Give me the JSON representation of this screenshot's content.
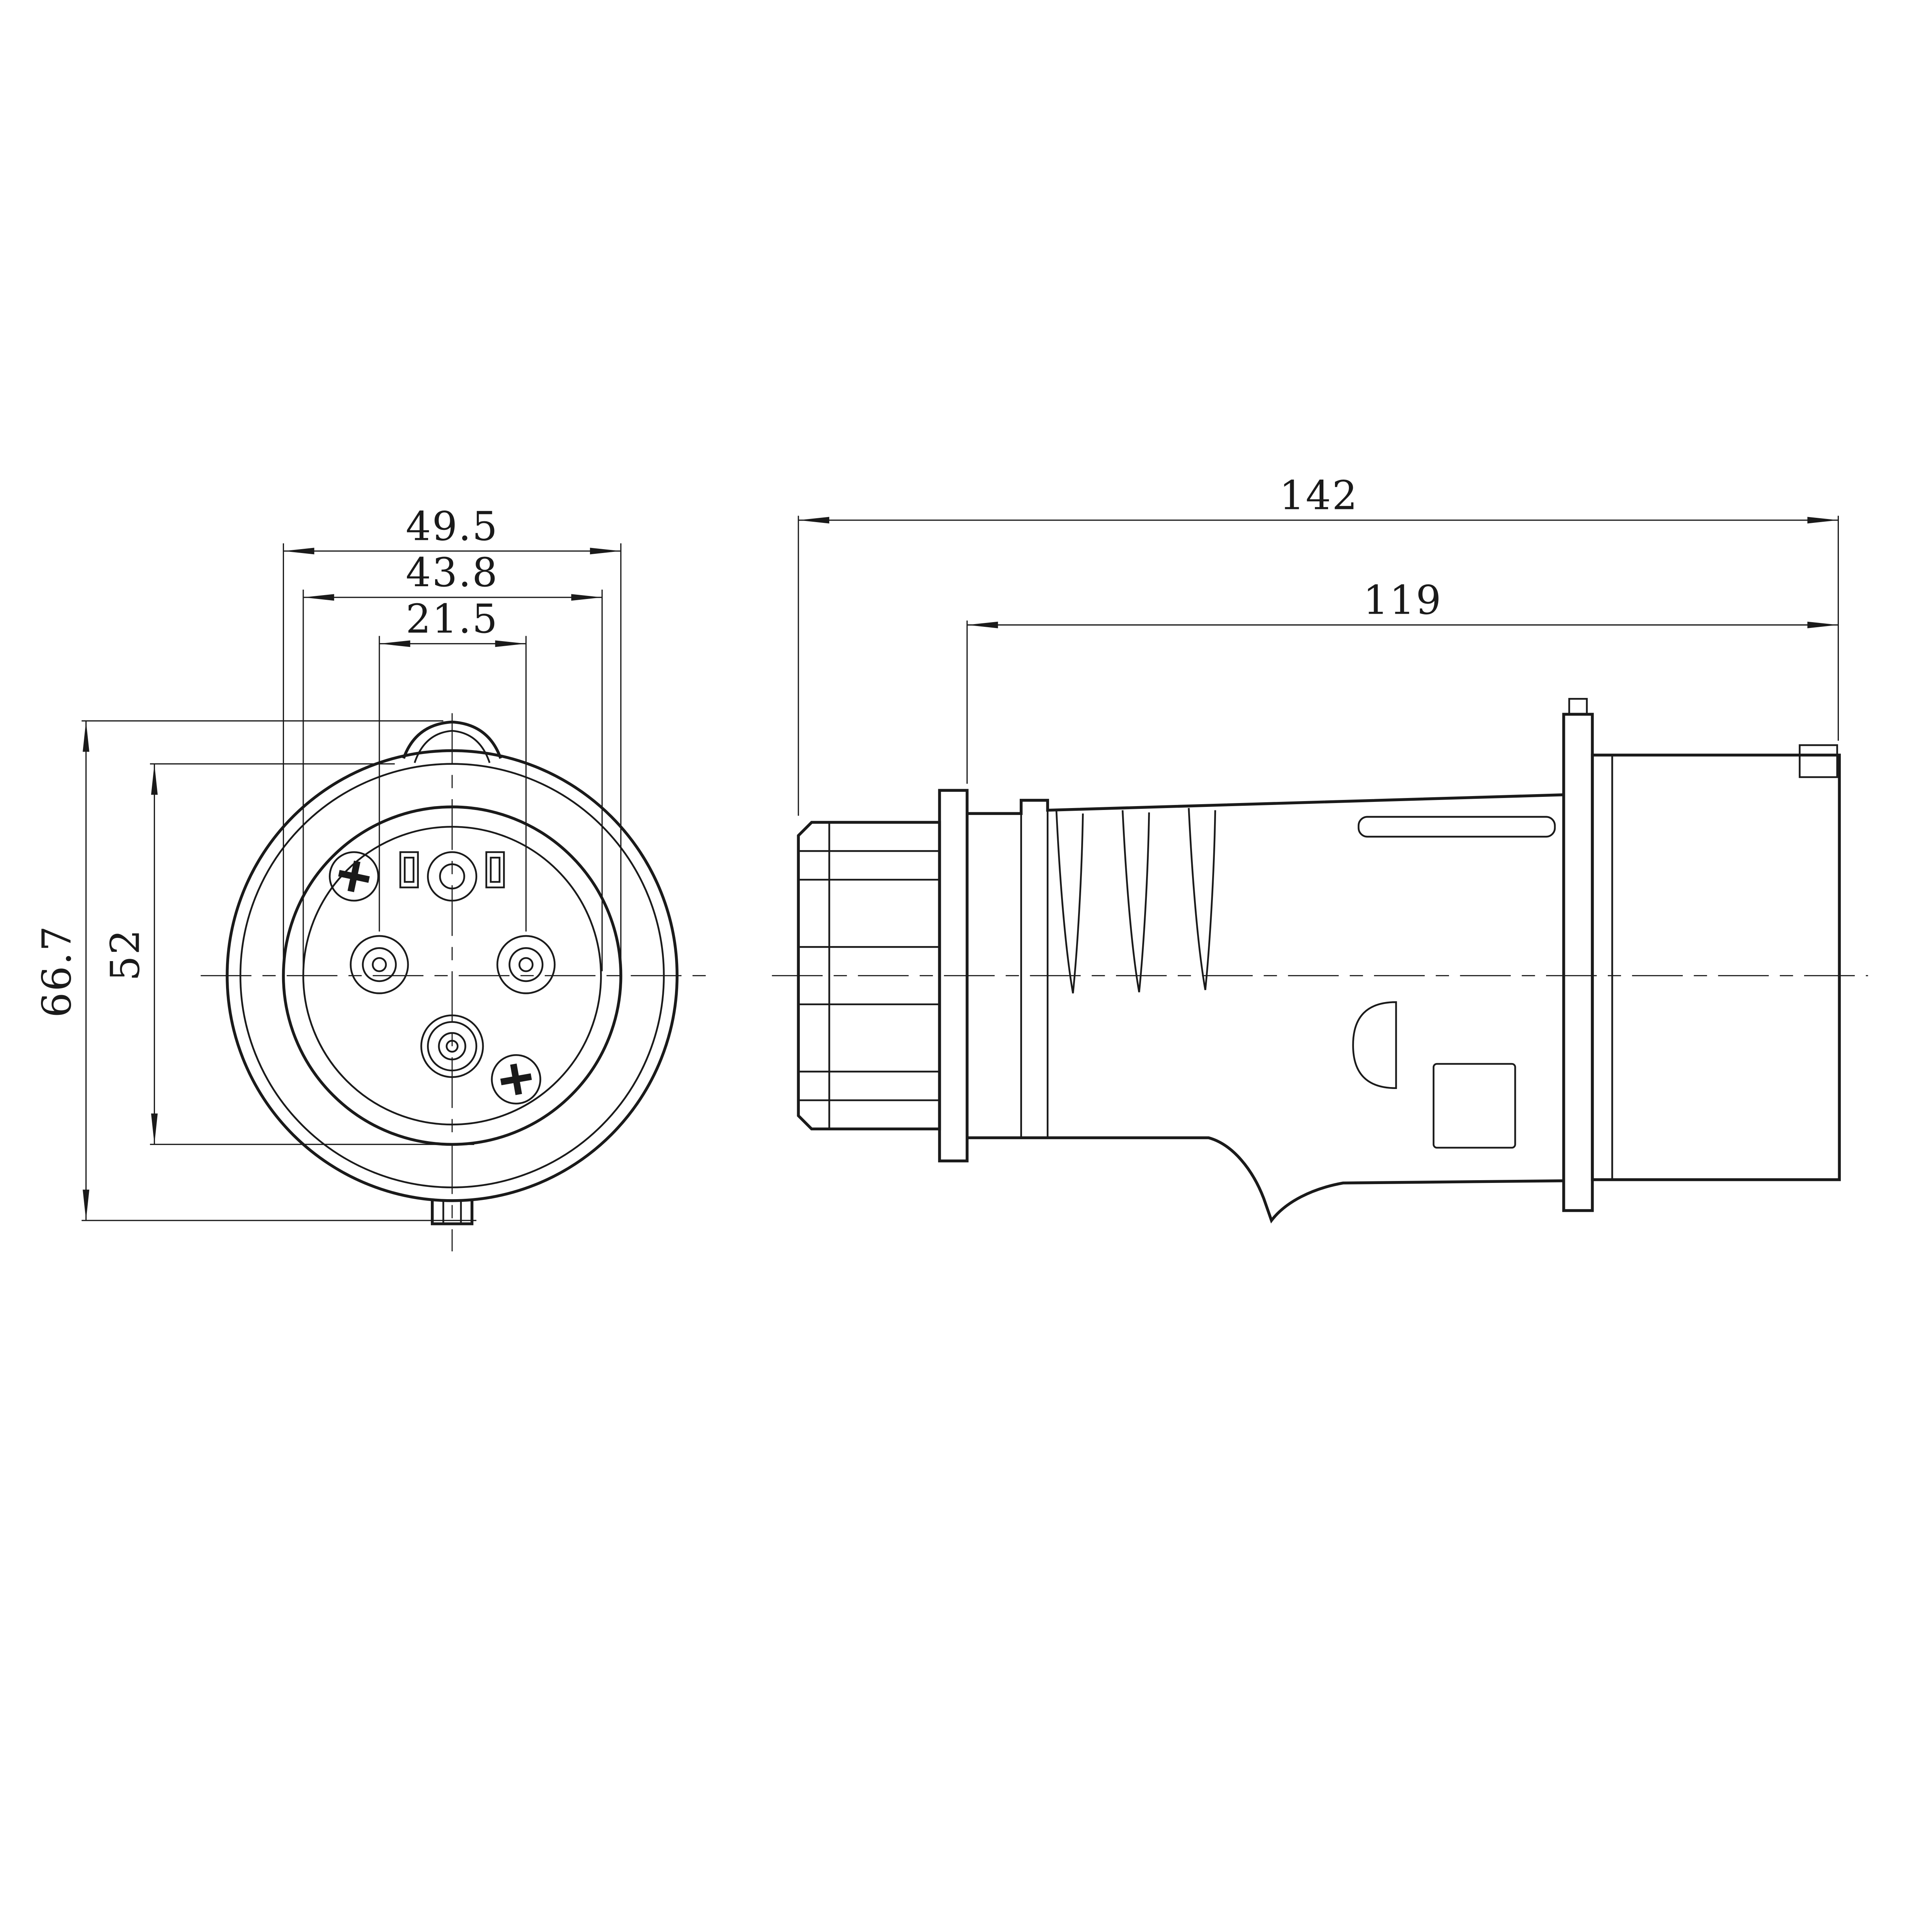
{
  "page": {
    "background_color": "#ffffff",
    "line_color": "#1a1a1a"
  },
  "front_view": {
    "dims": {
      "outer_width": "49.5",
      "mid_width": "43.8",
      "contact_spacing": "21.5",
      "overall_height": "66.7",
      "inner_height": "52"
    }
  },
  "side_view": {
    "dims": {
      "overall_length": "142",
      "body_length": "119"
    }
  }
}
